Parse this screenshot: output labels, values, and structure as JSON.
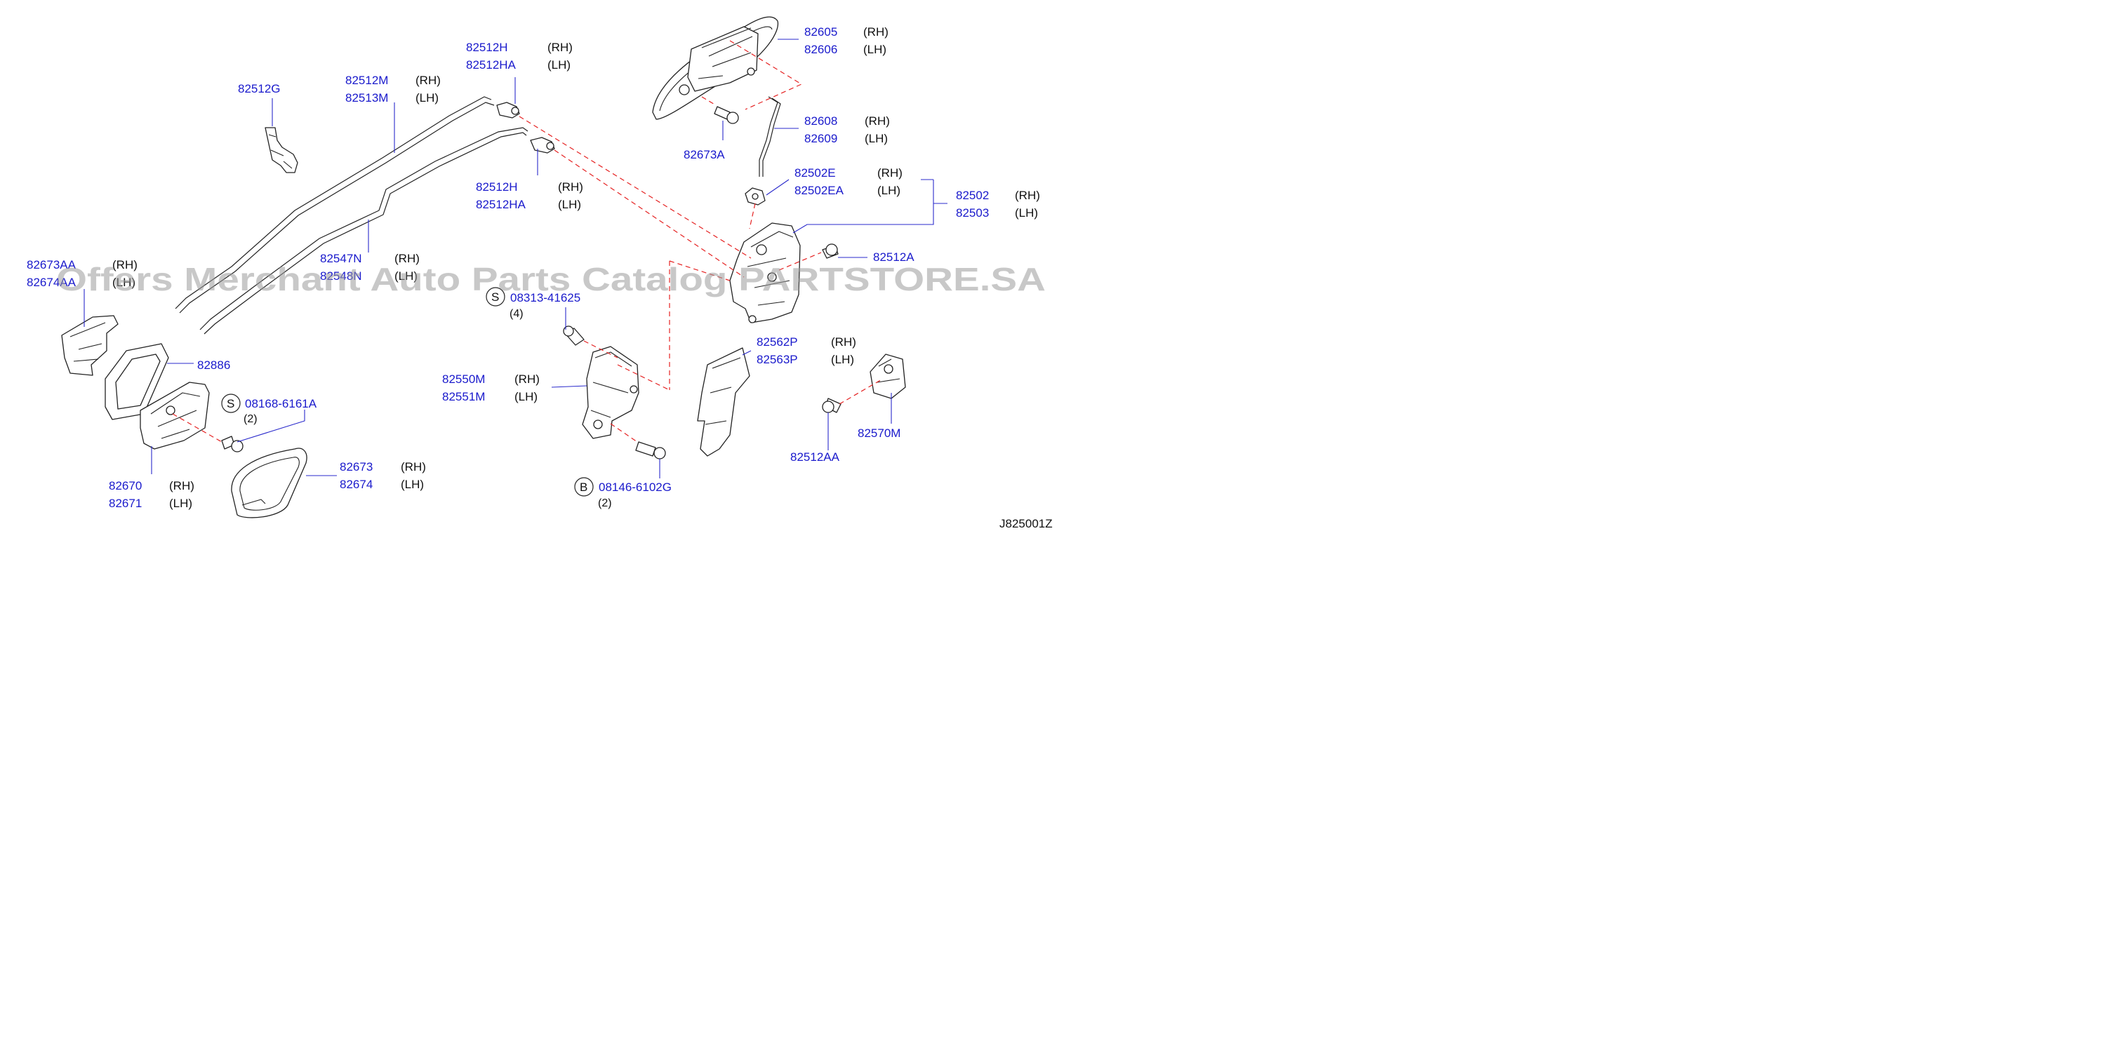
{
  "diagram_code": "J825001Z",
  "watermark": "Offers Merchant Auto Parts Catalog PARTSTORE.SA",
  "callouts": {
    "c82512G": {
      "pn1": "82512G"
    },
    "c82512M": {
      "pn1": "82512M",
      "s1": "(RH)",
      "pn2": "82513M",
      "s2": "(LH)"
    },
    "c82512H_top": {
      "pn1": "82512H",
      "s1": "(RH)",
      "pn2": "82512HA",
      "s2": "(LH)"
    },
    "c82512H_mid": {
      "pn1": "82512H",
      "s1": "(RH)",
      "pn2": "82512HA",
      "s2": "(LH)"
    },
    "c82605": {
      "pn1": "82605",
      "s1": "(RH)",
      "pn2": "82606",
      "s2": "(LH)"
    },
    "c82608": {
      "pn1": "82608",
      "s1": "(RH)",
      "pn2": "82609",
      "s2": "(LH)"
    },
    "c82673A": {
      "pn1": "82673A"
    },
    "c82502E": {
      "pn1": "82502E",
      "s1": "(RH)",
      "pn2": "82502EA",
      "s2": "(LH)"
    },
    "c82502": {
      "pn1": "82502",
      "s1": "(RH)",
      "pn2": "82503",
      "s2": "(LH)"
    },
    "c82512A": {
      "pn1": "82512A"
    },
    "c82547N": {
      "pn1": "82547N",
      "s1": "(RH)",
      "pn2": "82548N",
      "s2": "(LH)"
    },
    "c82673AA": {
      "pn1": "82673AA",
      "s1": "(RH)",
      "pn2": "82674AA",
      "s2": "(LH)"
    },
    "c82886": {
      "pn1": "82886"
    },
    "c08313": {
      "sym": "S",
      "pn1": "08313-41625",
      "qty": "(4)"
    },
    "c08168": {
      "sym": "S",
      "pn1": "08168-6161A",
      "qty": "(2)"
    },
    "c82550M": {
      "pn1": "82550M",
      "s1": "(RH)",
      "pn2": "82551M",
      "s2": "(LH)"
    },
    "c82562P": {
      "pn1": "82562P",
      "s1": "(RH)",
      "pn2": "82563P",
      "s2": "(LH)"
    },
    "c82570M": {
      "pn1": "82570M"
    },
    "c82512AA": {
      "pn1": "82512AA"
    },
    "c82673": {
      "pn1": "82673",
      "s1": "(RH)",
      "pn2": "82674",
      "s2": "(LH)"
    },
    "c82670": {
      "pn1": "82670",
      "s1": "(RH)",
      "pn2": "82671",
      "s2": "(LH)"
    },
    "c08146": {
      "sym": "B",
      "pn1": "08146-6102G",
      "qty": "(2)"
    }
  }
}
